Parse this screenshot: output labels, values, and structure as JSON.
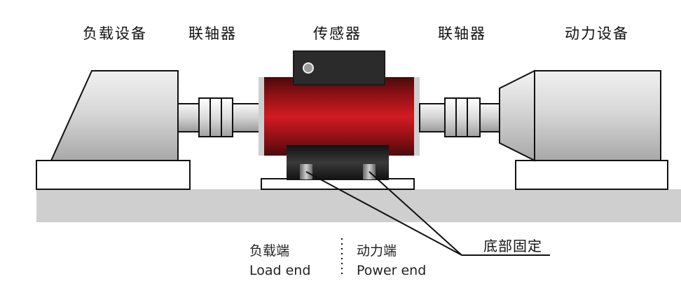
{
  "labels": {
    "load_equipment": "负载设备",
    "coupling_left": "联轴器",
    "sensor": "传感器",
    "coupling_right": "联轴器",
    "power_equipment": "动力设备",
    "load_end_cn": "负载端",
    "load_end_en": "Load end",
    "power_end_cn": "动力端",
    "power_end_en": "Power end",
    "bottom_fixed": "底部固定"
  },
  "colors": {
    "sensor_body": "#b3151b",
    "ground": "#cfcfcf",
    "machine_gray": "#d6d6d6",
    "outline": "#111111"
  }
}
